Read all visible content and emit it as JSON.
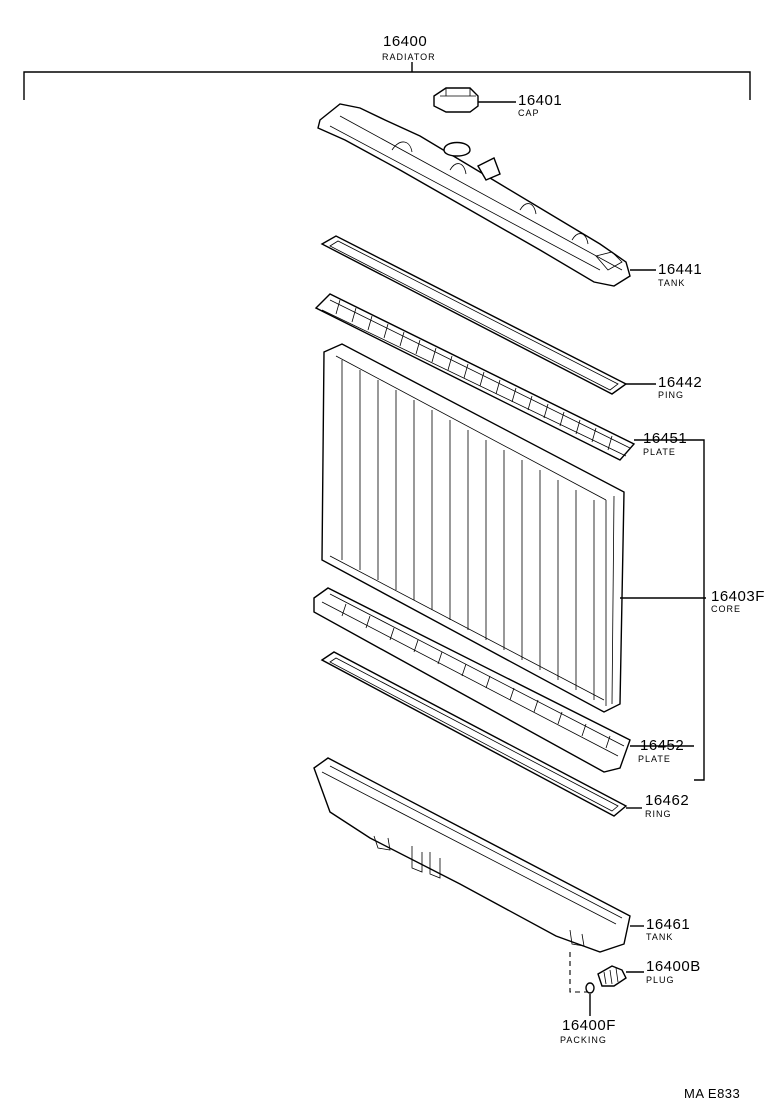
{
  "diagram": {
    "assembly": {
      "number": "16400",
      "name": "RADIATOR"
    },
    "parts": [
      {
        "number": "16401",
        "name": "CAP"
      },
      {
        "number": "16441",
        "name": "TANK"
      },
      {
        "number": "16442",
        "name": "PING"
      },
      {
        "number": "16451",
        "name": "PLATE"
      },
      {
        "number": "16403F",
        "name": "CORE"
      },
      {
        "number": "16452",
        "name": "PLATE"
      },
      {
        "number": "16462",
        "name": "RING"
      },
      {
        "number": "16461",
        "name": "TANK"
      },
      {
        "number": "16400B",
        "name": "PLUG"
      },
      {
        "number": "16400F",
        "name": "PACKING"
      }
    ],
    "figure_code": "MA E833"
  }
}
